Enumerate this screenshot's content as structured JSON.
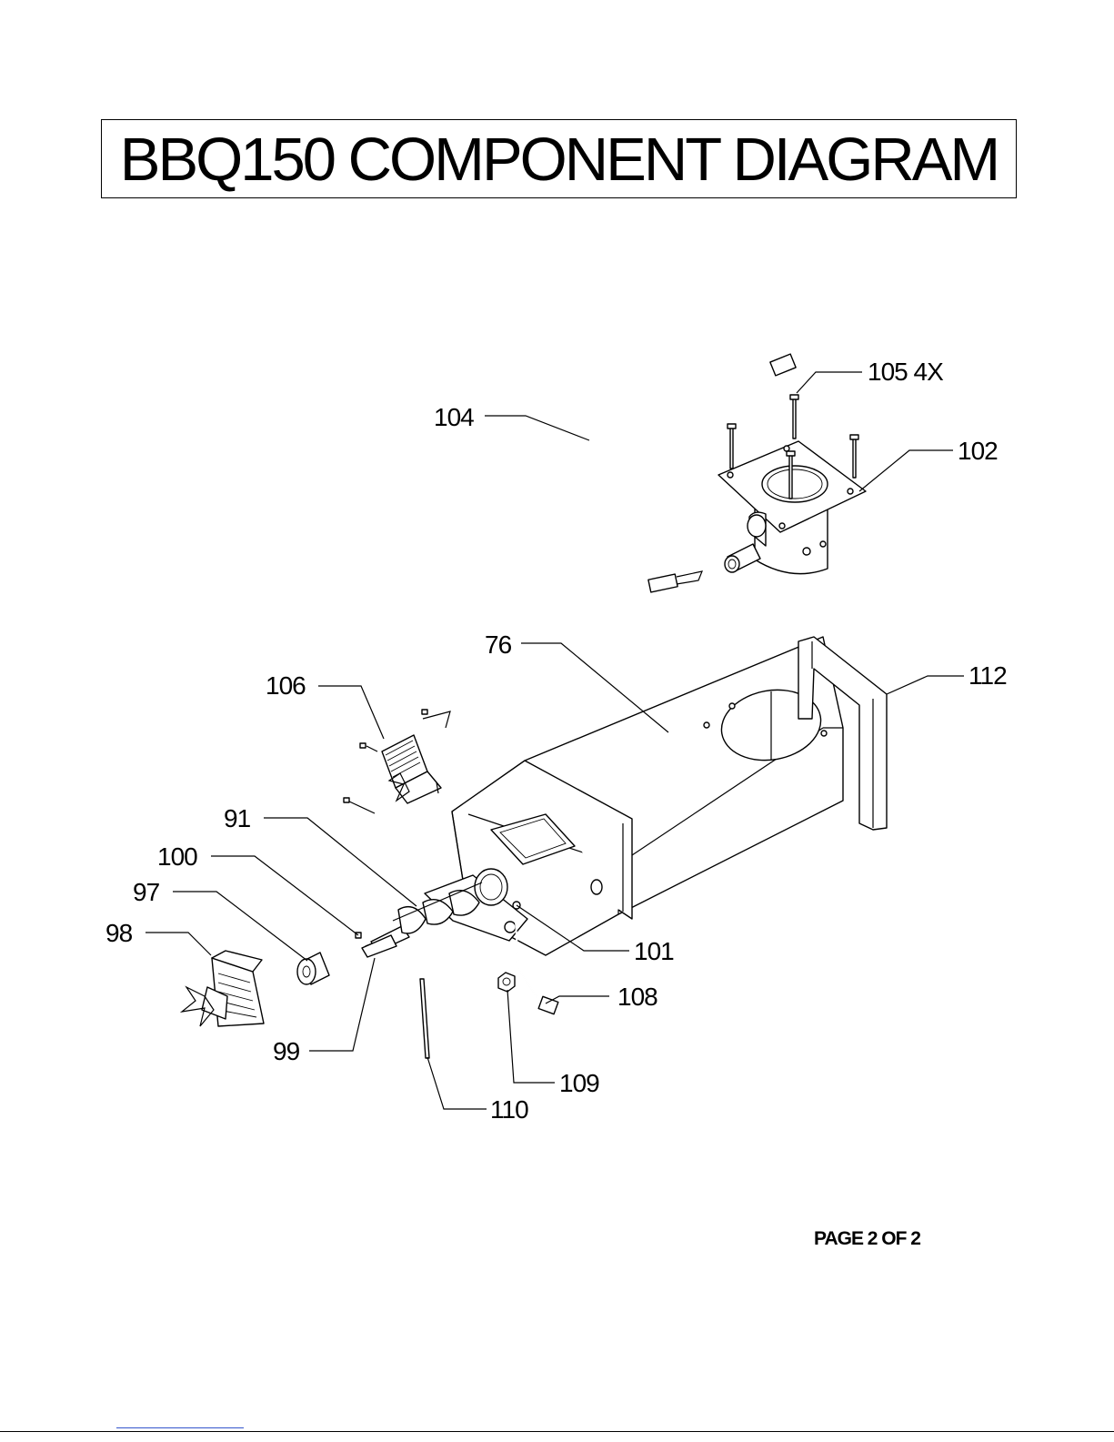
{
  "document": {
    "title": "BBQ150 COMPONENT DIAGRAM",
    "page_label": "PAGE 2 OF 2"
  },
  "callouts": {
    "c104": "104",
    "c105": "105 4X",
    "c102": "102",
    "c76": "76",
    "c112": "112",
    "c106": "106",
    "c91": "91",
    "c100": "100",
    "c97": "97",
    "c98": "98",
    "c101": "101",
    "c108": "108",
    "c99": "99",
    "c109": "109",
    "c110": "110"
  }
}
